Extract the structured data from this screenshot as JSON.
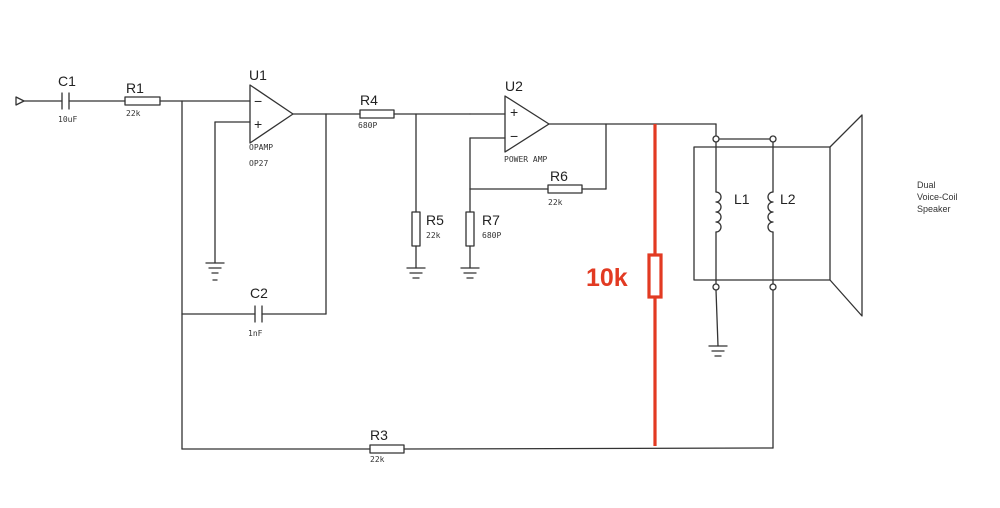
{
  "components": {
    "C1": {
      "ref": "C1",
      "value": "10uF"
    },
    "R1": {
      "ref": "R1",
      "value": "22k"
    },
    "U1": {
      "ref": "U1",
      "type": "OPAMP",
      "part": "OP27"
    },
    "R4": {
      "ref": "R4",
      "value": "680P"
    },
    "U2": {
      "ref": "U2",
      "type": "POWER AMP"
    },
    "R6": {
      "ref": "R6",
      "value": "22k"
    },
    "R5": {
      "ref": "R5",
      "value": "22k"
    },
    "R7": {
      "ref": "R7",
      "value": "680P"
    },
    "C2": {
      "ref": "C2",
      "value": "1nF"
    },
    "R3": {
      "ref": "R3",
      "value": "22k"
    },
    "L1": {
      "ref": "L1"
    },
    "L2": {
      "ref": "L2"
    }
  },
  "opamp_signs": {
    "minus": "−",
    "plus": "+"
  },
  "speaker_note": [
    "Dual",
    "Voice-Coil",
    "Speaker"
  ],
  "annotation": {
    "label": "10k",
    "color": "#e23a22"
  }
}
